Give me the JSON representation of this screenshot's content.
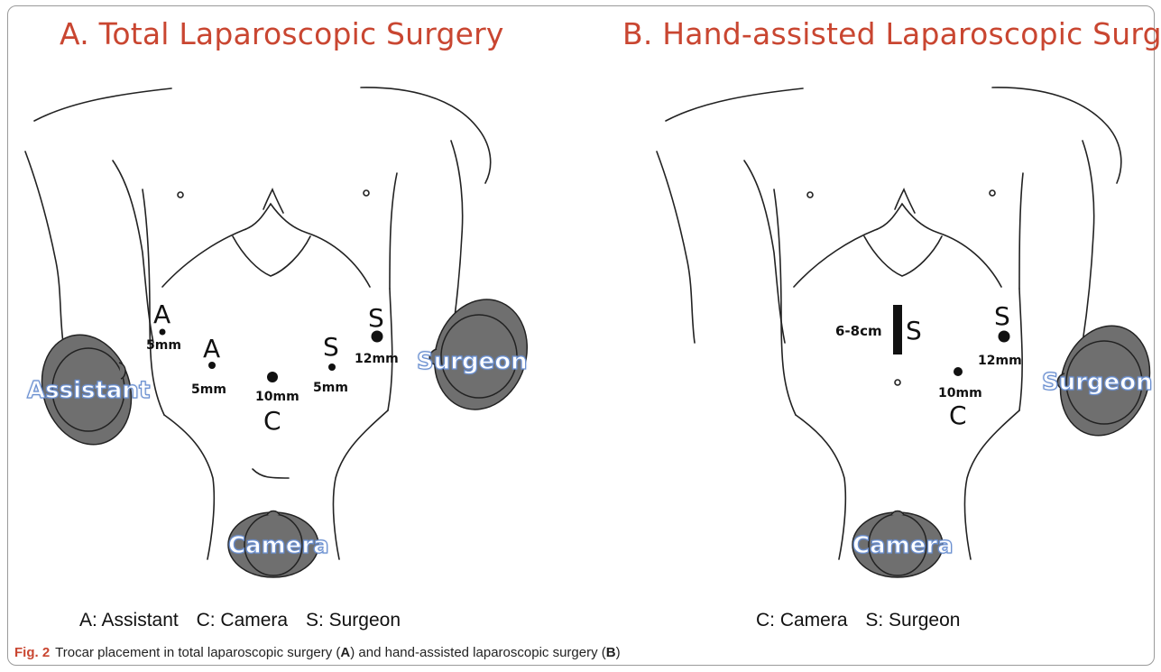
{
  "panel_a": {
    "title": "A. Total Laparoscopic Surgery",
    "ports": [
      {
        "letter": "A",
        "size": "5mm"
      },
      {
        "letter": "A",
        "size": "5mm"
      },
      {
        "letter": "C",
        "size": "10mm"
      },
      {
        "letter": "S",
        "size": "5mm"
      },
      {
        "letter": "S",
        "size": "12mm"
      }
    ],
    "roles": {
      "assistant": "Assistant",
      "surgeon": "Surgeon",
      "camera": "Camera"
    },
    "legend": [
      "A: Assistant",
      "C: Camera",
      "S: Surgeon"
    ]
  },
  "panel_b": {
    "title": "B. Hand-assisted Laparoscopic Surgery",
    "incision": {
      "size": "6-8cm",
      "letter": "S"
    },
    "ports": [
      {
        "letter": "S",
        "size": "12mm"
      },
      {
        "letter": "C",
        "size": "10mm"
      }
    ],
    "roles": {
      "surgeon": "Surgeon",
      "camera": "Camera"
    },
    "legend": [
      "C: Camera",
      "S: Surgeon"
    ]
  },
  "caption": {
    "fig": "Fig. 2",
    "part1": "Trocar placement in total laparoscopic surgery (",
    "a": "A",
    "part2": ") and hand-assisted laparoscopic surgery (",
    "b": "B",
    "part3": ")"
  },
  "colors": {
    "title": "#c94631",
    "role_outline": "#6a8fd0",
    "head_fill": "#6f6f6f"
  }
}
